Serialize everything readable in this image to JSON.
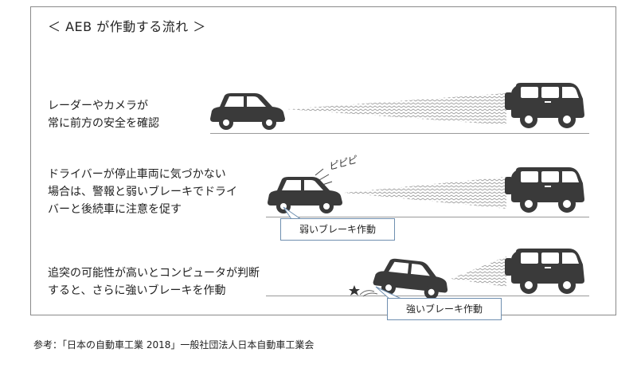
{
  "title": "＜ AEB が作動する流れ ＞",
  "steps": [
    {
      "line1": "レーダーやカメラが",
      "line2": "常に前方の安全を確認"
    },
    {
      "line1": "ドライバーが停止車両に気づかない",
      "line2": "場合は、警報と弱いブレーキでドライ",
      "line3": "バーと後続車に注意を促す",
      "beep": "ピピピ",
      "callout": "弱いブレーキ作動"
    },
    {
      "line1": "追突の可能性が高いとコンピュータが判断",
      "line2": "すると、さらに強いブレーキを作動",
      "callout": "強いブレーキ作動"
    }
  ],
  "source": "参考：「日本の自動車工業 2018」一般社団法人日本自動車工業会",
  "icons": {
    "sedan": "sedan-car-icon",
    "suv": "suv-car-icon",
    "radar": "radar-wave-icon",
    "star": "impact-star-icon"
  },
  "colors": {
    "car": "#3a3a3a",
    "callout_border": "#6f8fb0"
  }
}
